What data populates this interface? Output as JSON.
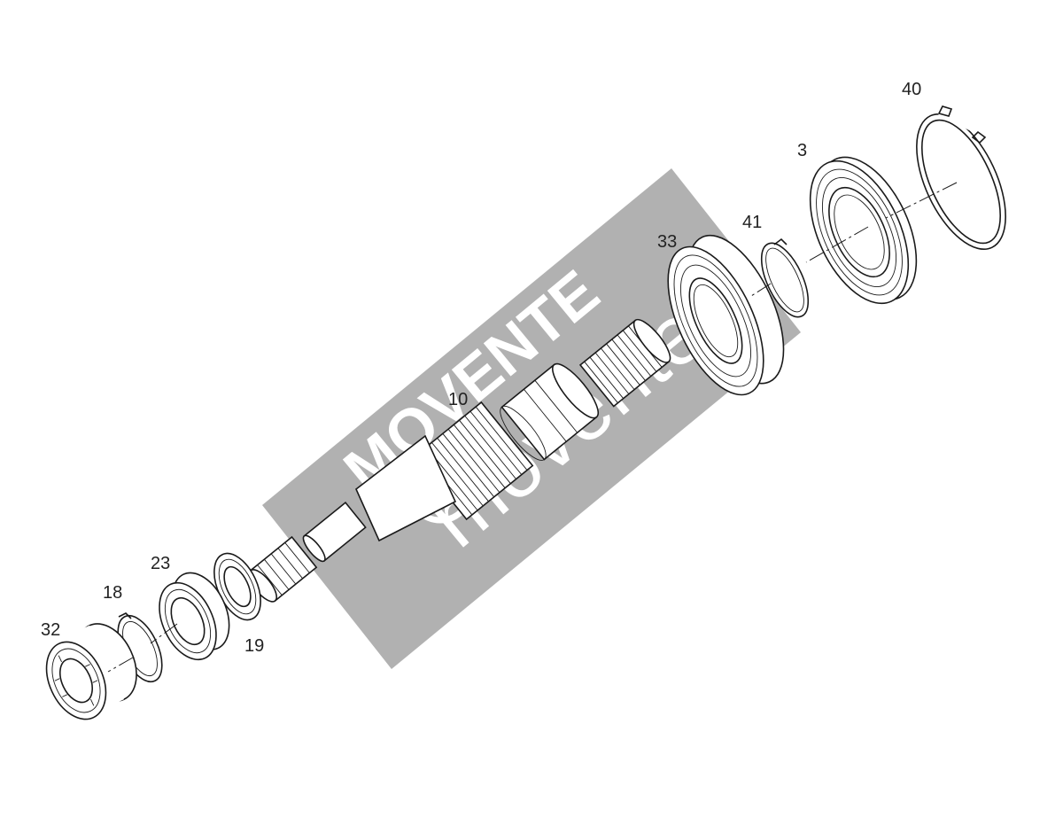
{
  "watermark": {
    "text": "movente.ru",
    "brand": "MOVENTE",
    "band_color": "#a9a9a9"
  },
  "callouts": {
    "c40": "40",
    "c3": "3",
    "c41": "41",
    "c33": "33",
    "c10": "10",
    "c23": "23",
    "c18": "18",
    "c32": "32",
    "c19": "19"
  }
}
